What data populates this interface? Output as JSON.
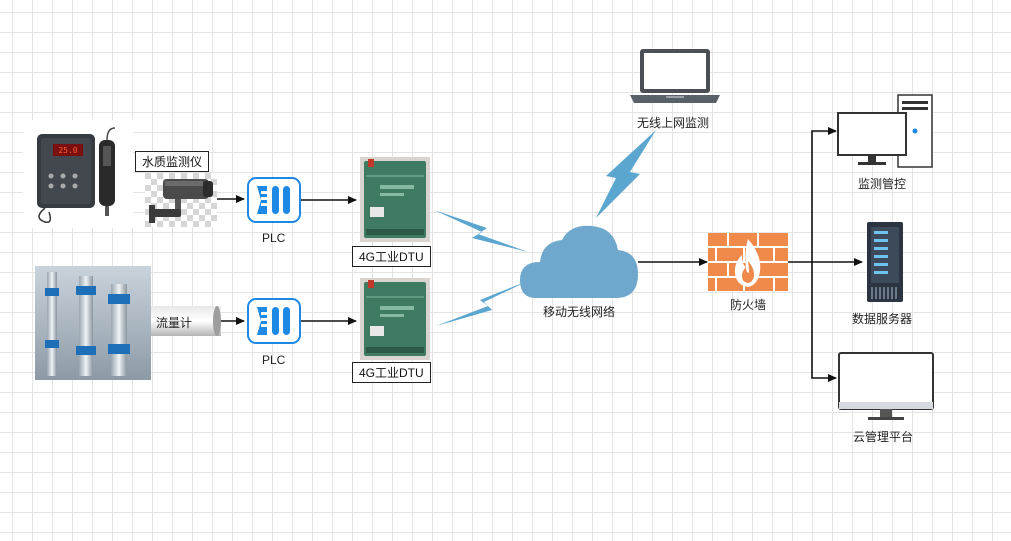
{
  "labels": {
    "water_quality": "水质监测仪",
    "flowmeter": "流量计",
    "plc1": "PLC",
    "plc2": "PLC",
    "dtu1": "4G工业DTU",
    "dtu2": "4G工业DTU",
    "network": "移动无线网络",
    "wireless_monitor": "无线上网监测",
    "firewall": "防火墙",
    "monitor_control": "监测管控",
    "data_server": "数据服务器",
    "cloud_platform": "云管理平台"
  },
  "device_display": {
    "meter_reading": "25.0"
  },
  "colors": {
    "plc_blue": "#1e88e5",
    "cloud_blue": "#6fa8cc",
    "lightning_blue": "#5aa6cf",
    "firewall_orange": "#f08a4b",
    "dtu_green": "#3f7a62"
  }
}
